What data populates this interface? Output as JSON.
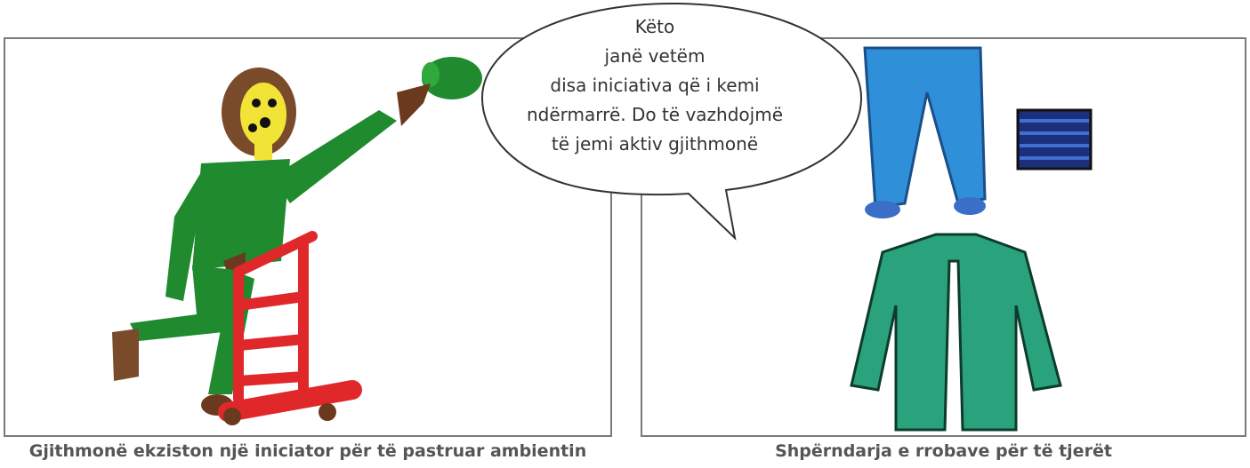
{
  "colors": {
    "frame": "#7a7a7a",
    "caption": "#555555",
    "green_figure": "#1f8a2e",
    "red_cart": "#e0272a",
    "pants_blue": "#2f8fd8",
    "coat_teal": "#2aa37d",
    "hair_brown": "#7a4b2a",
    "face_yellow": "#f2e437"
  },
  "speech_bubble": {
    "lines": [
      "Këto",
      "janë vetëm",
      "disa iniciativa që i kemi",
      "ndërmarrë. Do të vazhdojmë",
      "të jemi aktiv gjithmonë"
    ]
  },
  "panels": [
    {
      "caption": "Gjithmonë ekziston një iniciator për të pastruar ambientin",
      "drawing": [
        "person-in-green-icon",
        "green-bag-icon",
        "red-hand-truck-icon"
      ]
    },
    {
      "caption": "Shpërndarja e rrobave për të tjerët",
      "drawing": [
        "blue-pants-icon",
        "striped-cloth-icon",
        "green-coat-icon"
      ]
    }
  ]
}
